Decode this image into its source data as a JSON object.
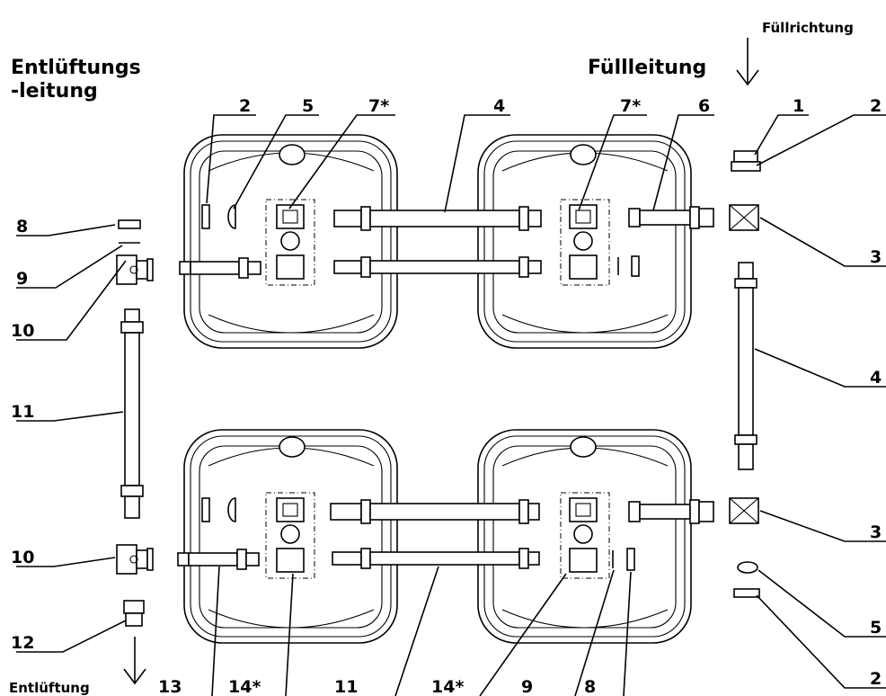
{
  "headings": {
    "fill_direction": "Füllrichtung",
    "fill_line": "Füllleitung",
    "vent_line_1": "Entlüftungs",
    "vent_line_2": "-leitung",
    "vent": "Entlüftung"
  },
  "callouts": {
    "top_2": "2",
    "top_5": "5",
    "top_7a": "7*",
    "top_4": "4",
    "top_7b": "7*",
    "top_6": "6",
    "right_1": "1",
    "right_2_top": "2",
    "right_3_top": "3",
    "right_4": "4",
    "right_3_bottom": "3",
    "right_5": "5",
    "right_2_bottom": "2",
    "left_8": "8",
    "left_9": "9",
    "left_10_top": "10",
    "left_11": "11",
    "left_10_bottom": "10",
    "left_12": "12",
    "bottom_13": "13",
    "bottom_14a": "14*",
    "bottom_11": "11",
    "bottom_14b": "14*",
    "bottom_9": "9",
    "bottom_8": "8"
  }
}
